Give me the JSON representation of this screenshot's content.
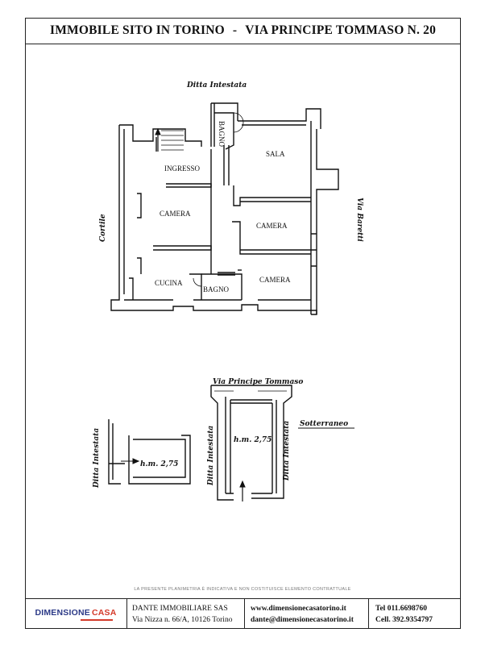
{
  "header": {
    "title_left": "IMMOBILE SITO IN TORINO",
    "separator": "-",
    "title_right": "VIA  PRINCIPE TOMMASO N. 20"
  },
  "plan": {
    "top_label": "Ditta Intestata",
    "left_label": "Cortile",
    "right_label": "Via Baretti",
    "rooms": {
      "bagno_top": "BAGNO",
      "sala": "SALA",
      "ingresso": "INGRESSO",
      "camera_left": "CAMERA",
      "camera_mid": "CAMERA",
      "camera_lower": "CAMERA",
      "cucina": "CUCINA",
      "bagno_bottom": "BAGNO"
    }
  },
  "basement": {
    "street_label": "Via Principe Tommaso",
    "section_label": "Sotterraneo",
    "height_main": "h.m. 2,75",
    "height_small": "h.m. 2,75",
    "left_side_label": "Ditta Intestata",
    "inner_left_label": "Ditta Intestata",
    "right_side_label": "Ditta Intestata"
  },
  "disclaimer": "LA PRESENTE PLANIMETRIA È INDICATIVA E NON COSTITUISCE ELEMENTO CONTRATTUALE",
  "footer": {
    "logo_main": "DIMENSIONE",
    "logo_accent": "CASA",
    "company_name": "DANTE IMMOBILIARE SAS",
    "address": "Via Nizza n. 66/A, 10126 Torino",
    "website": "www.dimensionecasatorino.it",
    "email": "dante@dimensionecasatorino.it",
    "tel": "Tel 011.6698760",
    "cell": "Cell. 392.9354797"
  },
  "colors": {
    "logo_blue": "#2c3a87",
    "logo_red": "#d43a2a",
    "ink": "#111111"
  }
}
